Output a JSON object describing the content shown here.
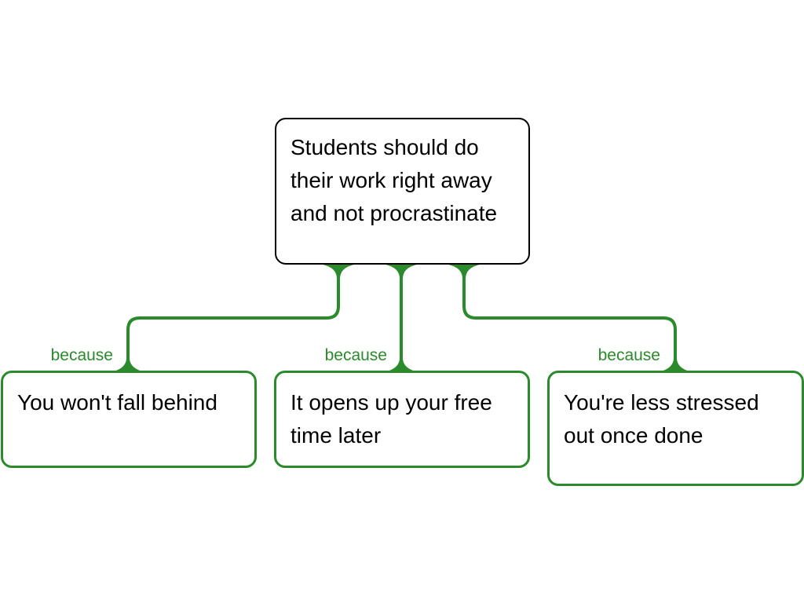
{
  "claim": {
    "text": "Students should do their work right away and not procrastinate"
  },
  "reasons": [
    {
      "connector": "because",
      "text": "You won't fall behind"
    },
    {
      "connector": "because",
      "text": "It opens up your free time later"
    },
    {
      "connector": "because",
      "text": "You're less stressed out once done"
    }
  ],
  "colors": {
    "claim_border": "#000000",
    "link": "#2b8a2b",
    "reason_border": "#2b8a2b"
  }
}
